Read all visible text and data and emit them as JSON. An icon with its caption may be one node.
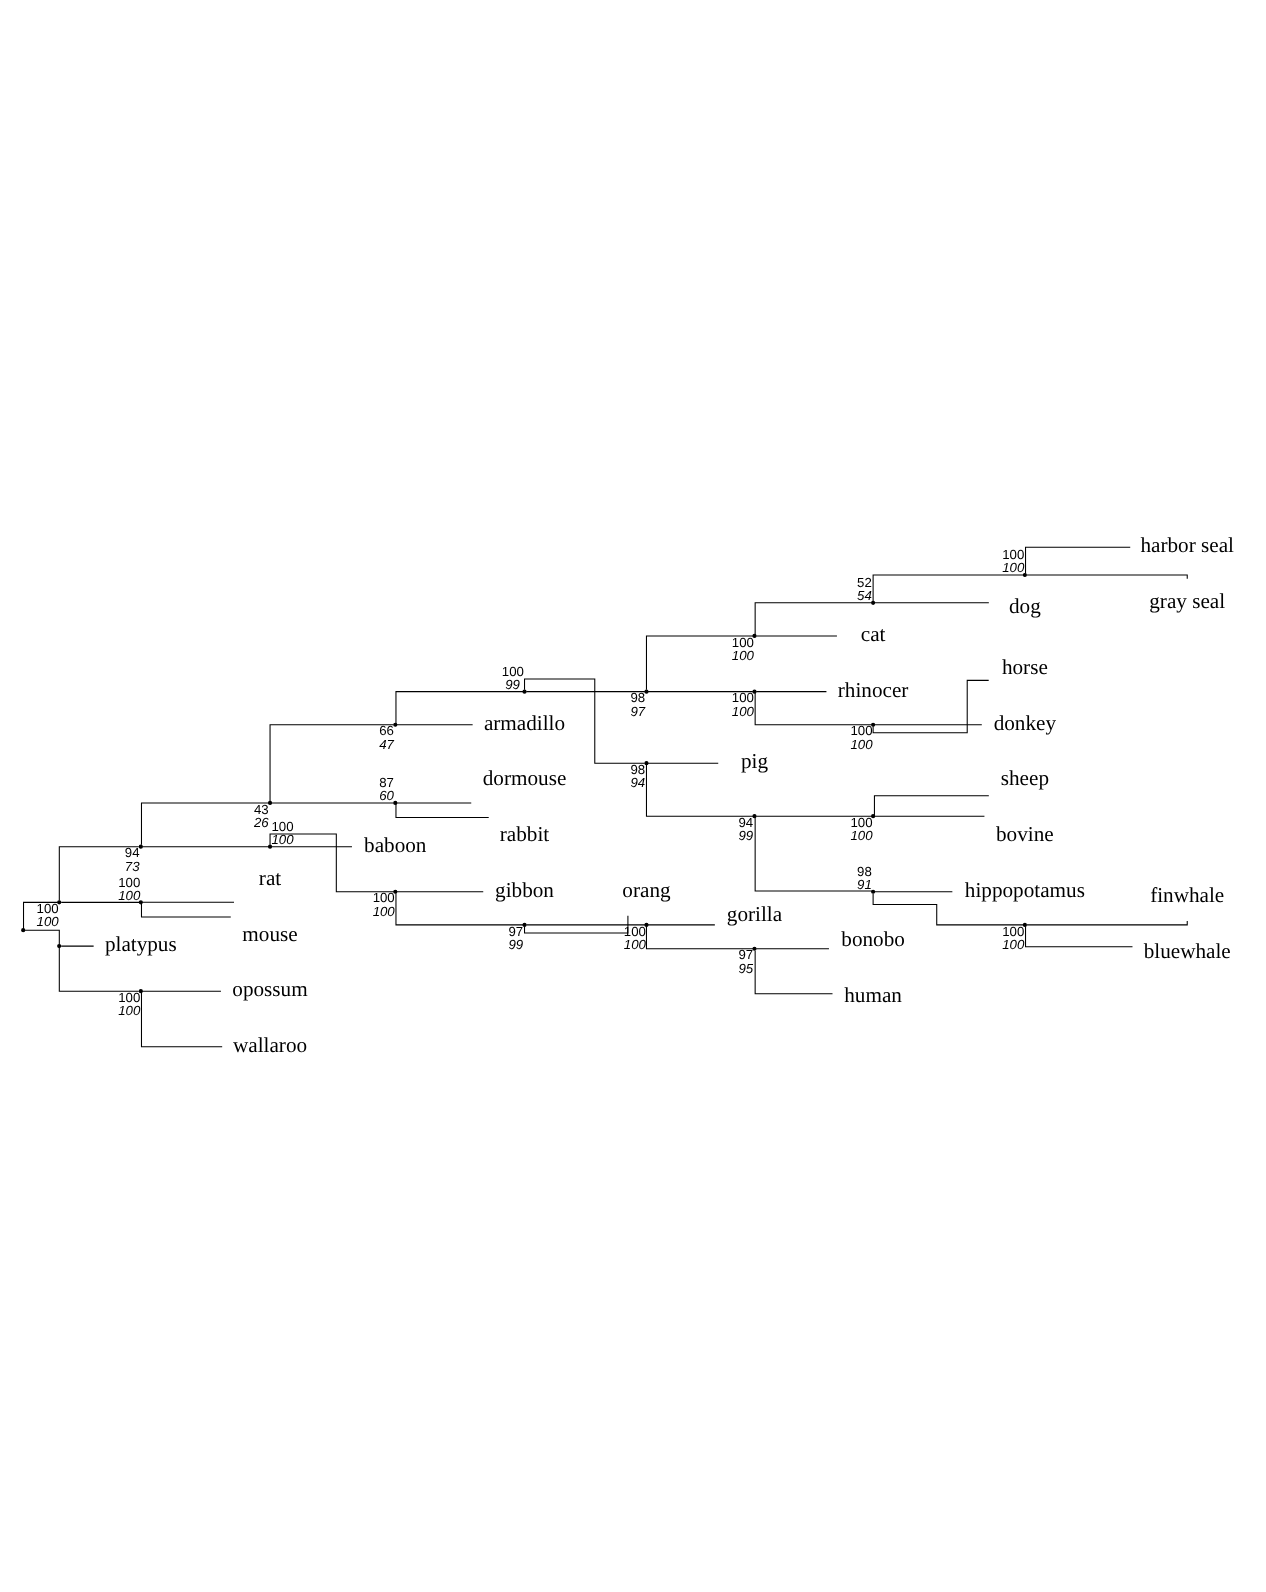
{
  "diagram": {
    "nodes": [
      {
        "text": [],
        "shape": "point"
      },
      {
        "text": [],
        "shape": "point",
        "beside": [
          "100",
          "100"
        ]
      },
      {
        "text": [],
        "shape": "point",
        "beside": [
          "94",
          "73"
        ]
      },
      {
        "text": [],
        "shape": "point",
        "beside": [
          "43",
          "26"
        ]
      },
      {
        "text": [],
        "shape": "point",
        "beside": [
          "66",
          "47"
        ]
      },
      {
        "text": [],
        "shape": "point",
        "beside": [
          "100",
          "99"
        ]
      },
      {
        "text": [],
        "shape": "point",
        "beside": [
          "98",
          "97"
        ]
      },
      {
        "text": [],
        "shape": "point",
        "beside": [
          "100",
          "100"
        ]
      },
      {
        "text": [],
        "shape": "point",
        "beside": [
          "52",
          "54"
        ]
      },
      {
        "text": [],
        "shape": "point",
        "beside": [
          "100",
          "100"
        ]
      },
      {
        "text": [
          "harbor seal"
        ]
      },
      {
        "text": [
          "gray seal"
        ]
      },
      {
        "text": [
          "dog"
        ]
      },
      {
        "text": [
          "cat"
        ]
      },
      {
        "text": [],
        "shape": "point",
        "beside": [
          "100",
          "100"
        ]
      },
      {
        "text": [
          "rhinocer"
        ]
      },
      {
        "text": [],
        "shape": "point",
        "beside": [
          "100",
          "100"
        ]
      },
      {
        "text": [
          "horse"
        ]
      },
      {
        "text": [
          "donkey"
        ]
      },
      {
        "text": [],
        "shape": "point",
        "beside": [
          "98",
          "94"
        ]
      },
      {
        "text": [
          "pig"
        ]
      },
      {
        "text": [],
        "shape": "point",
        "beside": [
          "94",
          "99"
        ]
      },
      {
        "text": [],
        "shape": "point",
        "beside": [
          "100",
          "100"
        ]
      },
      {
        "text": [
          "sheep"
        ]
      },
      {
        "text": [
          "bovine"
        ]
      },
      {
        "text": [],
        "shape": "point",
        "beside": [
          "98",
          "91"
        ]
      },
      {
        "text": [
          "hippopotamus"
        ]
      },
      {
        "text": [],
        "shape": "point",
        "beside": [
          "100",
          "100"
        ]
      },
      {
        "text": [
          "finwhale"
        ]
      },
      {
        "text": [
          "bluewhale"
        ]
      },
      {
        "text": [
          "armadillo"
        ]
      },
      {
        "text": [],
        "shape": "point",
        "beside": [
          "87",
          "60"
        ]
      },
      {
        "text": [
          "dormouse"
        ]
      },
      {
        "text": [
          "rabbit"
        ]
      },
      {
        "text": [],
        "shape": "point",
        "beside": [
          "100",
          "100"
        ]
      },
      {
        "text": [
          "baboon"
        ]
      },
      {
        "text": [],
        "shape": "point",
        "beside": [
          "100",
          "100"
        ]
      },
      {
        "text": [
          "gibbon"
        ]
      },
      {
        "text": [],
        "shape": "point",
        "beside": [
          "97",
          "99"
        ]
      },
      {
        "text": [
          "orang"
        ]
      },
      {
        "text": [],
        "shape": "point",
        "beside": [
          "100",
          "100"
        ]
      },
      {
        "text": [
          "gorilla"
        ]
      },
      {
        "text": [],
        "shape": "point",
        "beside": [
          "97",
          "95"
        ]
      },
      {
        "text": [
          "bonobo"
        ]
      },
      {
        "text": [
          "human"
        ]
      },
      {
        "text": [],
        "shape": "point",
        "beside": [
          "100",
          "100"
        ]
      },
      {
        "text": [
          "rat"
        ]
      },
      {
        "text": [
          "mouse"
        ]
      },
      {
        "text": [],
        "shape": "point"
      },
      {
        "text": [
          "platypus"
        ]
      },
      {
        "text": [],
        "shape": "point",
        "beside": [
          "100",
          "100"
        ]
      },
      {
        "text": [
          "opossum"
        ]
      },
      {
        "text": [
          "wallaroo"
        ]
      }
    ],
    "edges": [
      {
        "from": 0,
        "to": 1,
        "arrow": "none"
      },
      {
        "from": 0,
        "to": 48,
        "arrow": "none"
      },
      {
        "from": 1,
        "to": 2,
        "arrow": "none"
      },
      {
        "from": 1,
        "to": 45,
        "arrow": "none"
      },
      {
        "from": 2,
        "to": 3,
        "arrow": "none"
      },
      {
        "from": 2,
        "to": 34,
        "arrow": "none"
      },
      {
        "from": 3,
        "to": 4,
        "arrow": "none"
      },
      {
        "from": 3,
        "to": 31,
        "arrow": "none"
      },
      {
        "from": 4,
        "to": 5,
        "arrow": "none"
      },
      {
        "from": 4,
        "to": 30,
        "arrow": "none"
      },
      {
        "from": 5,
        "to": 6,
        "arrow": "none"
      },
      {
        "from": 5,
        "to": 19,
        "arrow": "none"
      },
      {
        "from": 6,
        "to": 7,
        "arrow": "none"
      },
      {
        "from": 6,
        "to": 14,
        "arrow": "none"
      },
      {
        "from": 7,
        "to": 8,
        "arrow": "none"
      },
      {
        "from": 7,
        "to": 13,
        "arrow": "none"
      },
      {
        "from": 8,
        "to": 9,
        "arrow": "none"
      },
      {
        "from": 8,
        "to": 12,
        "arrow": "none"
      },
      {
        "from": 9,
        "to": 10,
        "arrow": "none"
      },
      {
        "from": 9,
        "to": 11,
        "arrow": "none"
      },
      {
        "from": 14,
        "to": 15,
        "arrow": "none"
      },
      {
        "from": 14,
        "to": 16,
        "arrow": "none"
      },
      {
        "from": 16,
        "to": 17,
        "arrow": "none"
      },
      {
        "from": 16,
        "to": 18,
        "arrow": "none"
      },
      {
        "from": 19,
        "to": 20,
        "arrow": "none"
      },
      {
        "from": 19,
        "to": 21,
        "arrow": "none"
      },
      {
        "from": 21,
        "to": 22,
        "arrow": "none"
      },
      {
        "from": 21,
        "to": 25,
        "arrow": "none"
      },
      {
        "from": 22,
        "to": 23,
        "arrow": "none"
      },
      {
        "from": 22,
        "to": 24,
        "arrow": "none"
      },
      {
        "from": 25,
        "to": 26,
        "arrow": "none"
      },
      {
        "from": 25,
        "to": 27,
        "arrow": "none"
      },
      {
        "from": 27,
        "to": 28,
        "arrow": "none"
      },
      {
        "from": 27,
        "to": 29,
        "arrow": "none"
      },
      {
        "from": 31,
        "to": 32,
        "arrow": "none"
      },
      {
        "from": 31,
        "to": 33,
        "arrow": "none"
      },
      {
        "from": 34,
        "to": 35,
        "arrow": "none"
      },
      {
        "from": 34,
        "to": 36,
        "arrow": "none"
      },
      {
        "from": 36,
        "to": 37,
        "arrow": "none"
      },
      {
        "from": 36,
        "to": 38,
        "arrow": "none"
      },
      {
        "from": 38,
        "to": 39,
        "arrow": "none"
      },
      {
        "from": 38,
        "to": 40,
        "arrow": "none"
      },
      {
        "from": 40,
        "to": 41,
        "arrow": "none"
      },
      {
        "from": 40,
        "to": 42,
        "arrow": "none"
      },
      {
        "from": 42,
        "to": 43,
        "arrow": "none"
      },
      {
        "from": 42,
        "to": 44,
        "arrow": "none"
      },
      {
        "from": 45,
        "to": 46,
        "arrow": "none"
      },
      {
        "from": 45,
        "to": 47,
        "arrow": "none"
      },
      {
        "from": 48,
        "to": 49,
        "arrow": "none"
      },
      {
        "from": 48,
        "to": 50,
        "arrow": "none"
      },
      {
        "from": 50,
        "to": 51,
        "arrow": "none"
      },
      {
        "from": 50,
        "to": 52,
        "arrow": "none"
      }
    ]
  }
}
